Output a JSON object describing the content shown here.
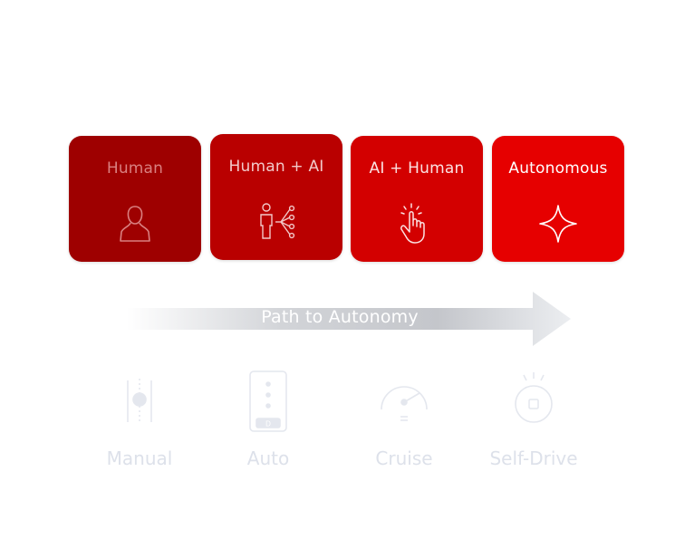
{
  "stages": [
    {
      "label": "Human",
      "icon": "person-icon",
      "color": "#9e0000"
    },
    {
      "label": "Human + AI",
      "icon": "person-network-icon",
      "color": "#b90000"
    },
    {
      "label": "AI + Human",
      "icon": "tap-hand-icon",
      "color": "#d30000"
    },
    {
      "label": "Autonomous",
      "icon": "sparkle-icon",
      "color": "#e60000"
    }
  ],
  "arrow": {
    "label": "Path to Autonomy"
  },
  "modes": [
    {
      "label": "Manual",
      "icon": "gear-shift-icon"
    },
    {
      "label": "Auto",
      "icon": "automatic-shifter-icon",
      "badge": "D"
    },
    {
      "label": "Cruise",
      "icon": "speedometer-icon"
    },
    {
      "label": "Self-Drive",
      "icon": "self-drive-wheel-icon"
    }
  ]
}
